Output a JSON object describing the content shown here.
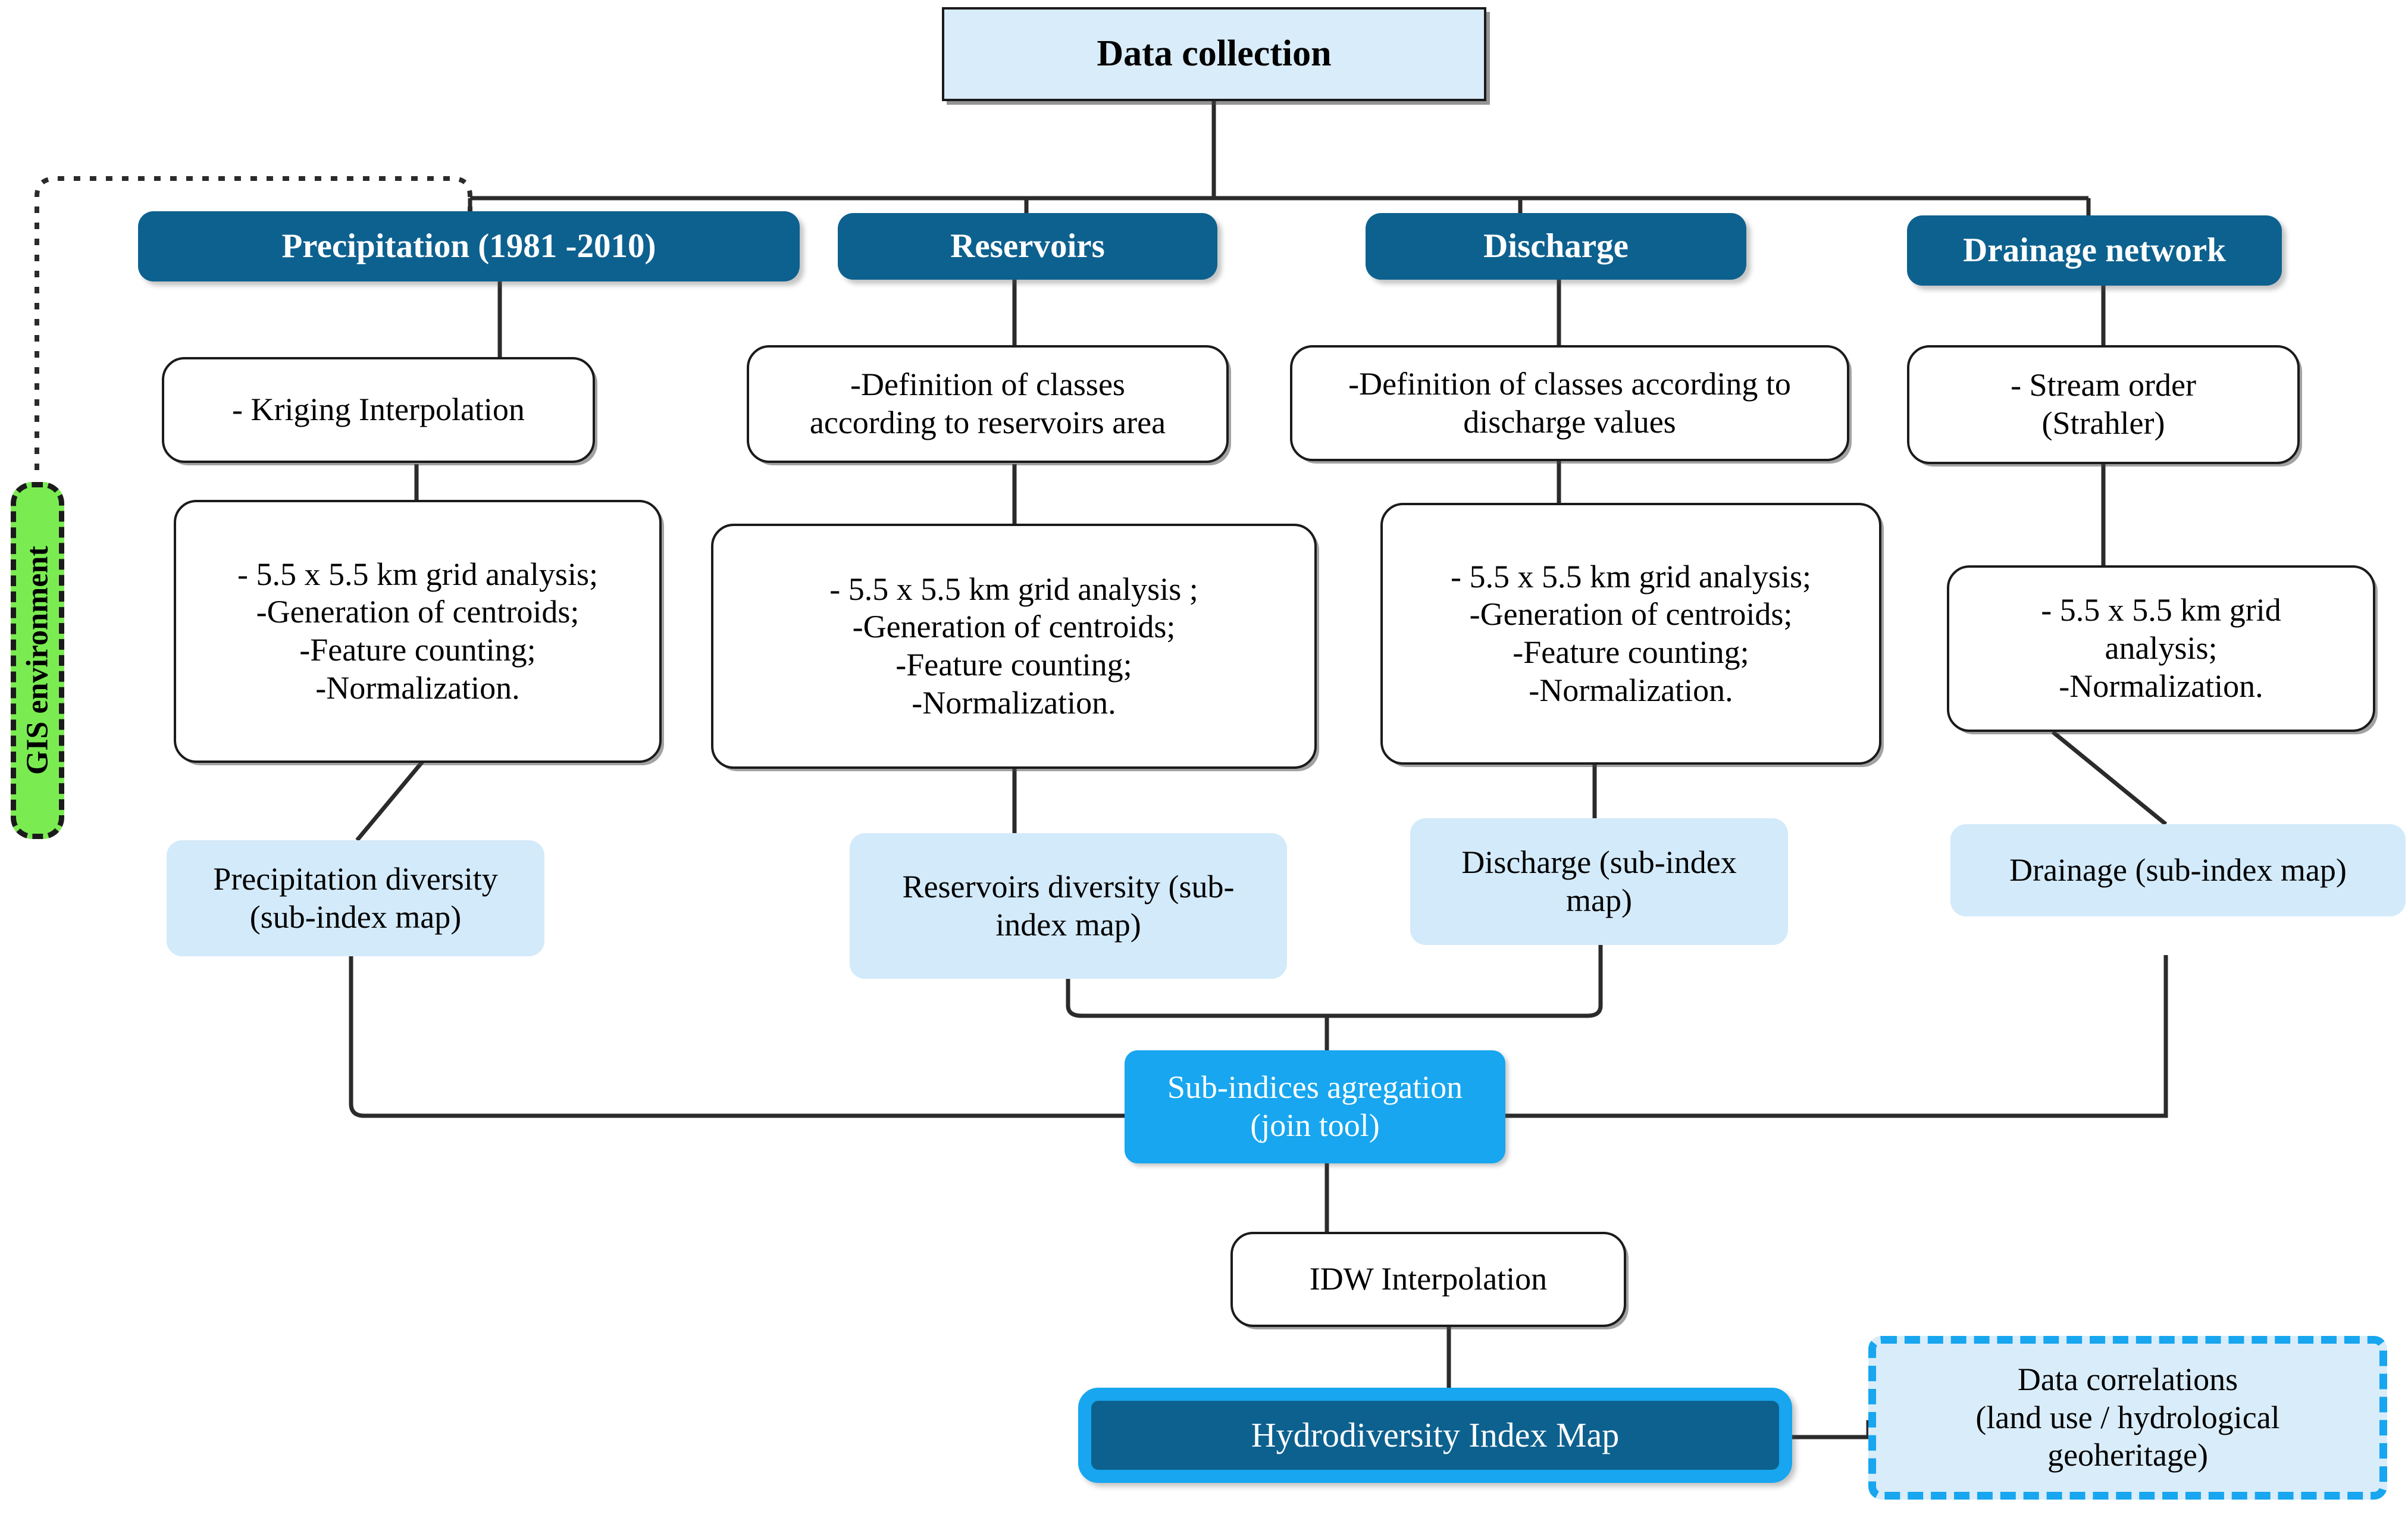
{
  "diagram": {
    "title": "Hydrodiversity Index methodology flowchart",
    "colors": {
      "light_blue_fill": "#d9ecf9",
      "dark_blue_fill": "#0d618f",
      "bright_blue_fill": "#17a6ef",
      "subindex_fill": "#d3eafa",
      "green_fill": "#7aec52",
      "line_color": "#2b2b2b",
      "white_fill": "#ffffff"
    }
  },
  "nodes": {
    "data_collection": {
      "label": "Data collection"
    },
    "gis_environment": {
      "label": "GIS environment"
    },
    "categories": [
      {
        "id": "precipitation",
        "label": "Precipitation (1981 -2010)"
      },
      {
        "id": "reservoirs",
        "label": "Reservoirs"
      },
      {
        "id": "discharge",
        "label": "Discharge"
      },
      {
        "id": "drainage",
        "label": "Drainage network"
      }
    ],
    "step1": [
      {
        "id": "kriging",
        "label": "-  Kriging Interpolation"
      },
      {
        "id": "reservoir_classes",
        "label": "-Definition of classes\naccording to reservoirs area"
      },
      {
        "id": "discharge_classes",
        "label": "-Definition of classes according to\ndischarge values"
      },
      {
        "id": "stream_order",
        "label": "- Stream order\n(Strahler)"
      }
    ],
    "step2": [
      {
        "id": "precip_grid",
        "label": "- 5.5 x 5.5 km grid analysis;\n-Generation of centroids;\n-Feature counting;\n-Normalization."
      },
      {
        "id": "reservoir_grid",
        "label": "- 5.5 x 5.5 km grid analysis ;\n-Generation of centroids;\n-Feature counting;\n-Normalization."
      },
      {
        "id": "discharge_grid",
        "label": "- 5.5 x 5.5 km grid analysis;\n-Generation of centroids;\n-Feature counting;\n-Normalization."
      },
      {
        "id": "drainage_grid",
        "label": "-  5.5 x 5.5 km grid\nanalysis;\n-Normalization."
      }
    ],
    "subindices": [
      {
        "id": "precip_subindex",
        "label": "Precipitation diversity\n(sub-index map)"
      },
      {
        "id": "reservoir_subindex",
        "label": "Reservoirs diversity (sub-\nindex map)"
      },
      {
        "id": "discharge_subindex",
        "label": "Discharge  (sub-index\nmap)"
      },
      {
        "id": "drainage_subindex",
        "label": "Drainage (sub-index map)"
      }
    ],
    "aggregation": {
      "label": "Sub-indices agregation\n(join tool)"
    },
    "idw": {
      "label": "IDW Interpolation"
    },
    "result": {
      "label": "Hydrodiversity Index Map"
    },
    "correlations": {
      "label": "Data correlations\n(land use / hydrological\ngeoheritage)"
    }
  }
}
